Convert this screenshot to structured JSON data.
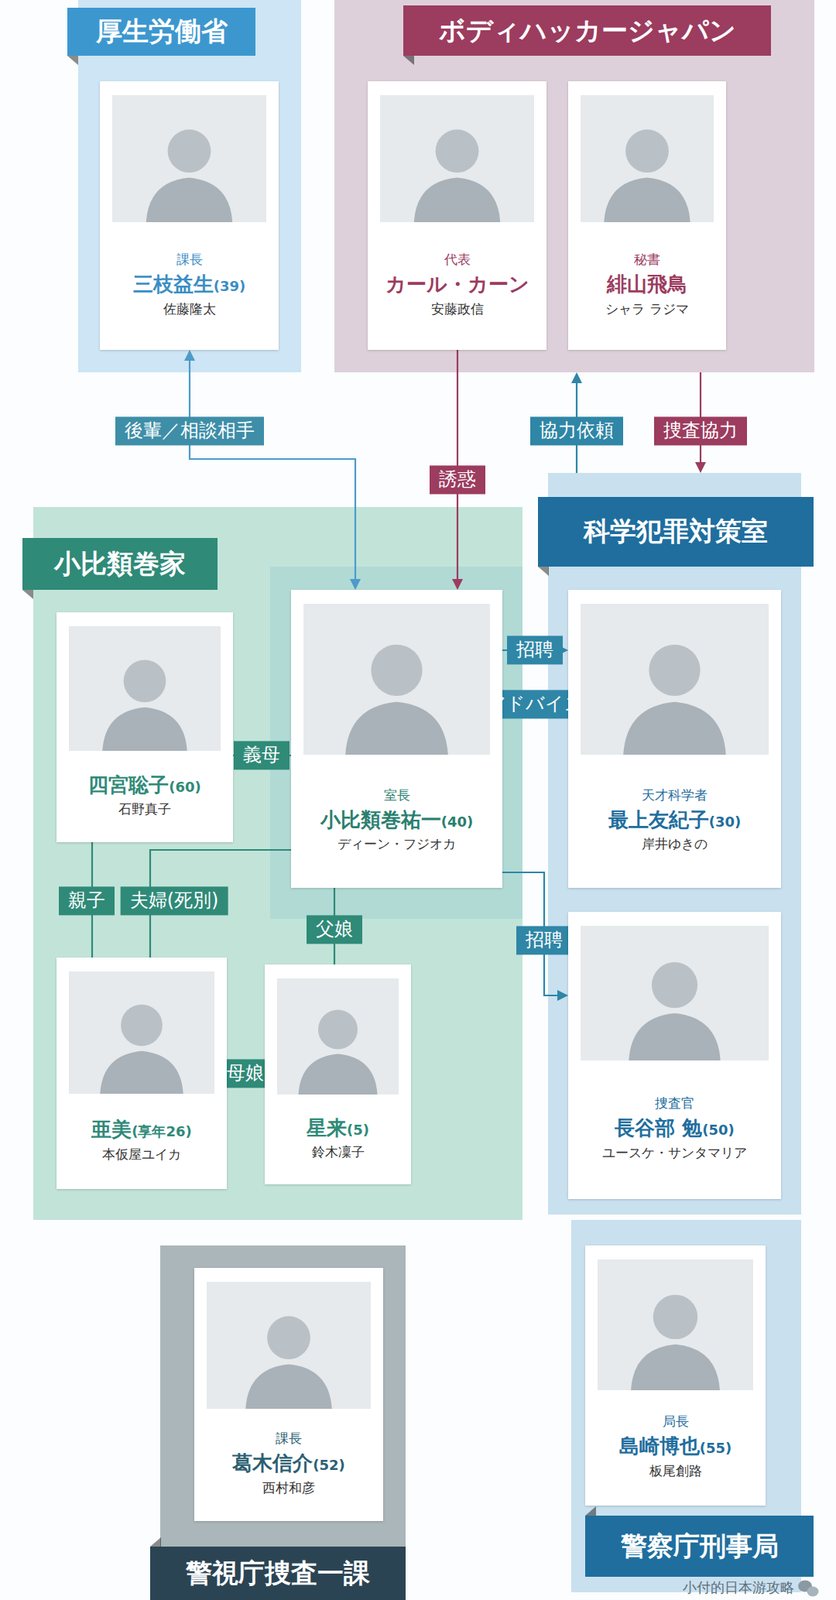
{
  "diagram": {
    "nodes": [
      {
        "text": [
          "厚生労働省"
        ]
      },
      {
        "text": [
          "課長",
          "三枝益生",
          "(39)",
          "佐藤隆太"
        ],
        "in": 0
      },
      {
        "text": [
          "ボディハッカージャパン"
        ]
      },
      {
        "text": [
          "代表",
          "カール・カーン",
          "安藤政信"
        ],
        "in": 2
      },
      {
        "text": [
          "秘書",
          "緋山飛鳥",
          "シャラ ラジマ"
        ],
        "in": 2
      },
      {
        "text": [
          "科学犯罪対策室"
        ]
      },
      {
        "text": [
          "小比類巻家"
        ]
      },
      {
        "text": [
          "四宮聡子",
          "(60)",
          "石野真子"
        ],
        "in": 6
      },
      {
        "text": [
          "室長",
          "小比類巻祐一",
          "(40)",
          "ディーン・フジオカ"
        ],
        "in": 6
      },
      {
        "text": [
          "天才科学者",
          "最上友紀子",
          "(30)",
          "岸井ゆきの"
        ],
        "in": 5
      },
      {
        "text": [
          "亜美",
          "(享年26)",
          "本仮屋ユイカ"
        ],
        "in": 6
      },
      {
        "text": [
          "星来",
          "(5)",
          "鈴木凜子"
        ],
        "in": 6
      },
      {
        "text": [
          "捜査官",
          "長谷部 勉",
          "(50)",
          "ユースケ・サンタマリア"
        ],
        "in": 5
      },
      {
        "text": [
          "警視庁捜査一課"
        ]
      },
      {
        "text": [
          "課長",
          "葛木信介",
          "(52)",
          "西村和彦"
        ],
        "in": 13
      },
      {
        "text": [
          "警察庁刑事局"
        ]
      },
      {
        "text": [
          "局長",
          "島崎博也",
          "(55)",
          "板尾創路"
        ],
        "in": 15
      }
    ],
    "edges": [
      {
        "from": 8,
        "to": 1,
        "arrow": "both",
        "label": "後輩／相談相手"
      },
      {
        "from": 3,
        "to": 8,
        "arrow": "to",
        "label": "誘惑"
      },
      {
        "from": 5,
        "to": 2,
        "arrow": "to",
        "label": "協力依頼"
      },
      {
        "from": 2,
        "to": 5,
        "arrow": "to",
        "label": "捜査協力"
      },
      {
        "from": 8,
        "to": 9,
        "arrow": "to",
        "label": "招聘"
      },
      {
        "from": 9,
        "to": 8,
        "arrow": "to",
        "label": "アドバイス"
      },
      {
        "from": 7,
        "to": 8,
        "arrow": "none",
        "label": "義母"
      },
      {
        "from": 7,
        "to": 10,
        "arrow": "none",
        "label": "親子"
      },
      {
        "from": 8,
        "to": 10,
        "arrow": "none",
        "label": "夫婦(死別)"
      },
      {
        "from": 8,
        "to": 11,
        "arrow": "none",
        "label": "父娘"
      },
      {
        "from": 10,
        "to": 11,
        "arrow": "none",
        "label": "母娘"
      },
      {
        "from": 8,
        "to": 12,
        "arrow": "to",
        "label": "招聘"
      }
    ],
    "labels": [
      "小付的日本游攻略"
    ]
  }
}
